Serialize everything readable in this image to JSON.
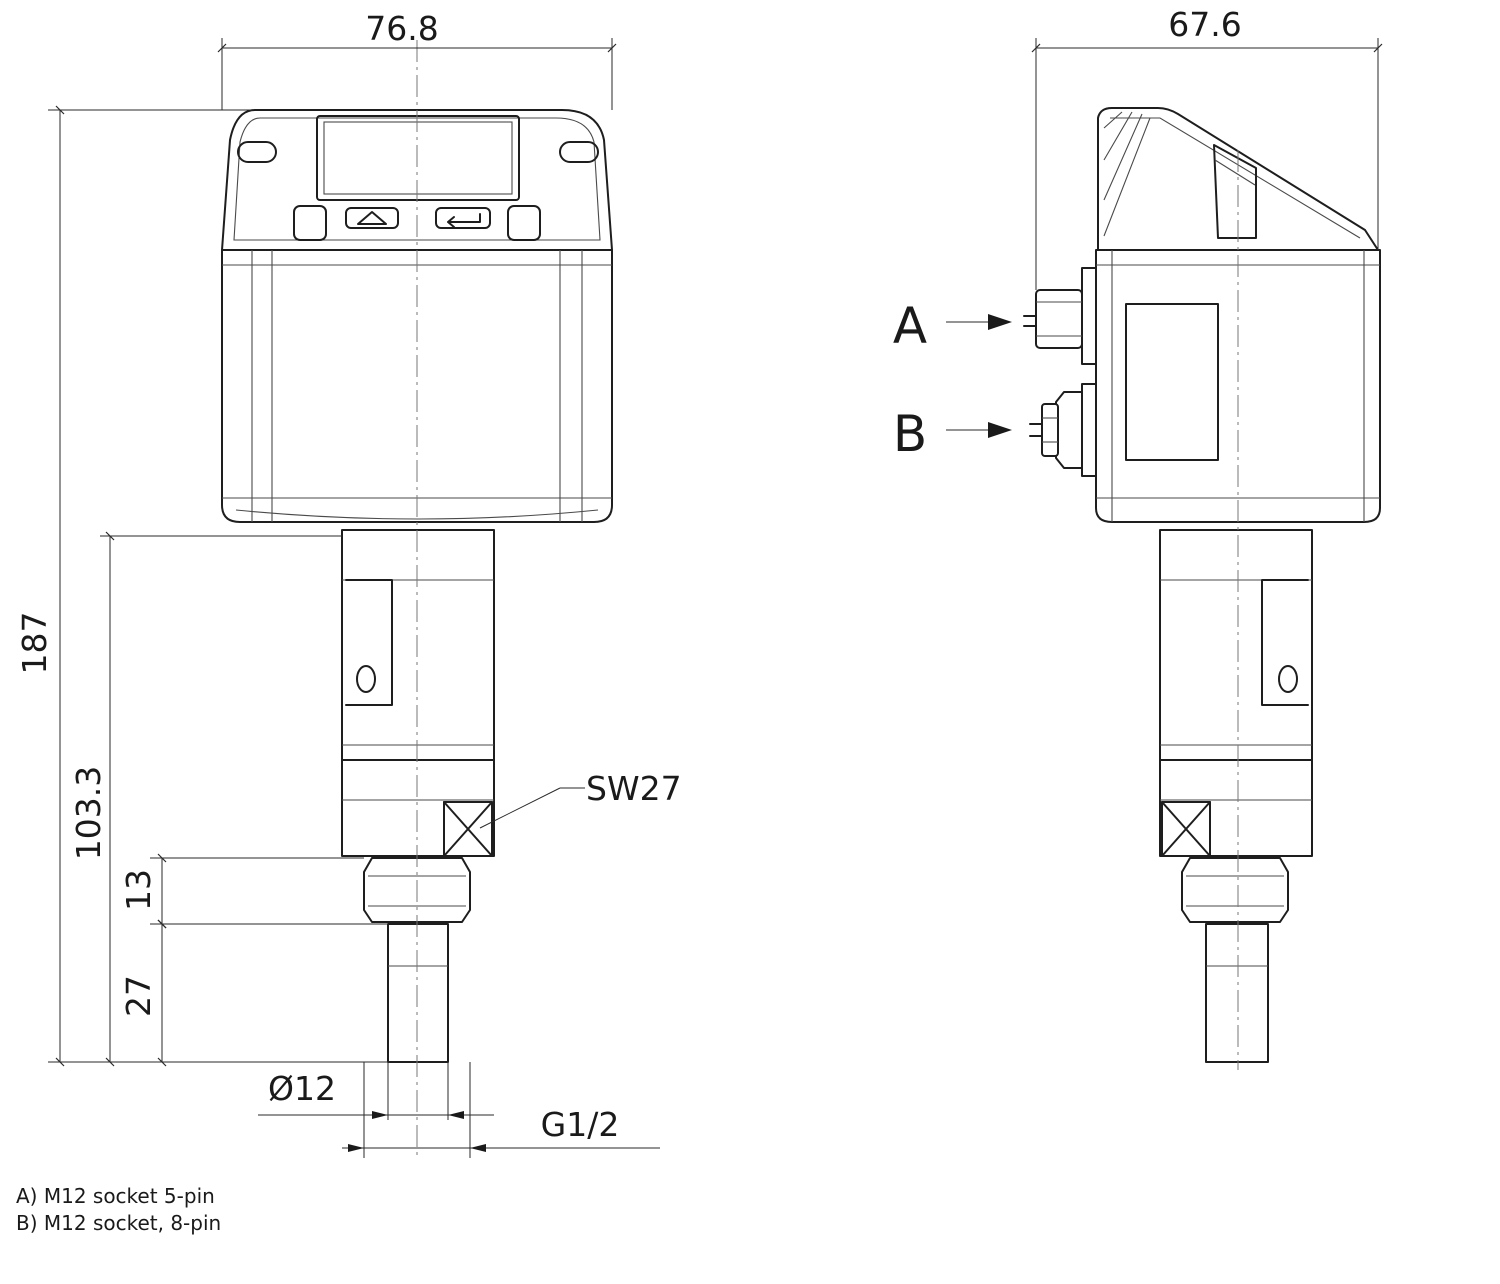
{
  "dimensions": {
    "front_width": "76.8",
    "side_width": "67.6",
    "overall_height": "187",
    "lower_height": "103.3",
    "thread_length": "13",
    "probe_length": "27",
    "probe_diameter": "Ø12",
    "thread_size": "G1/2",
    "wrench_size": "SW27"
  },
  "callouts": {
    "a": "A",
    "b": "B"
  },
  "notes": [
    "A) M12 socket 5-pin",
    "B) M12 socket, 8-pin"
  ]
}
